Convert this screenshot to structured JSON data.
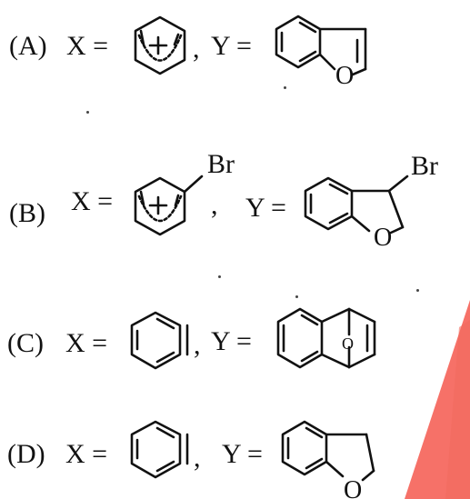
{
  "options": [
    {
      "label": "(A)",
      "x_eq": "X =",
      "sep": ",",
      "y_eq": "Y ="
    },
    {
      "label": "(B)",
      "x_eq": "X =",
      "sep": ",",
      "y_eq": "Y =",
      "substituent": "Br"
    },
    {
      "label": "(C)",
      "x_eq": "X =",
      "sep": ",",
      "y_eq": "Y ="
    },
    {
      "label": "(D)",
      "x_eq": "X =",
      "sep": ",",
      "y_eq": "Y ="
    }
  ],
  "symbols": {
    "charge": "+",
    "oxygen": "O",
    "bromine": "Br"
  },
  "colors": {
    "watermark": "#f4584e",
    "ink": "#111111"
  }
}
